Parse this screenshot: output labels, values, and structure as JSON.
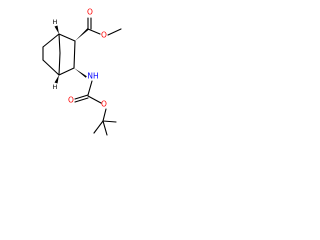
{
  "molecule": {
    "atoms": {
      "o_carbonyl": {
        "symbol": "O",
        "color": "#ff0000"
      },
      "o_ester": {
        "symbol": "O",
        "color": "#ff0000"
      },
      "nh": {
        "symbol": "NH",
        "color": "#0000ff"
      },
      "o_carbamate_carbonyl": {
        "symbol": "O",
        "color": "#ff0000"
      },
      "o_carbamate": {
        "symbol": "O",
        "color": "#ff0000"
      },
      "h_bridgehead_top": {
        "symbol": "H",
        "color": "#000000"
      },
      "h_bridgehead_bottom": {
        "symbol": "H",
        "color": "#000000"
      }
    }
  }
}
